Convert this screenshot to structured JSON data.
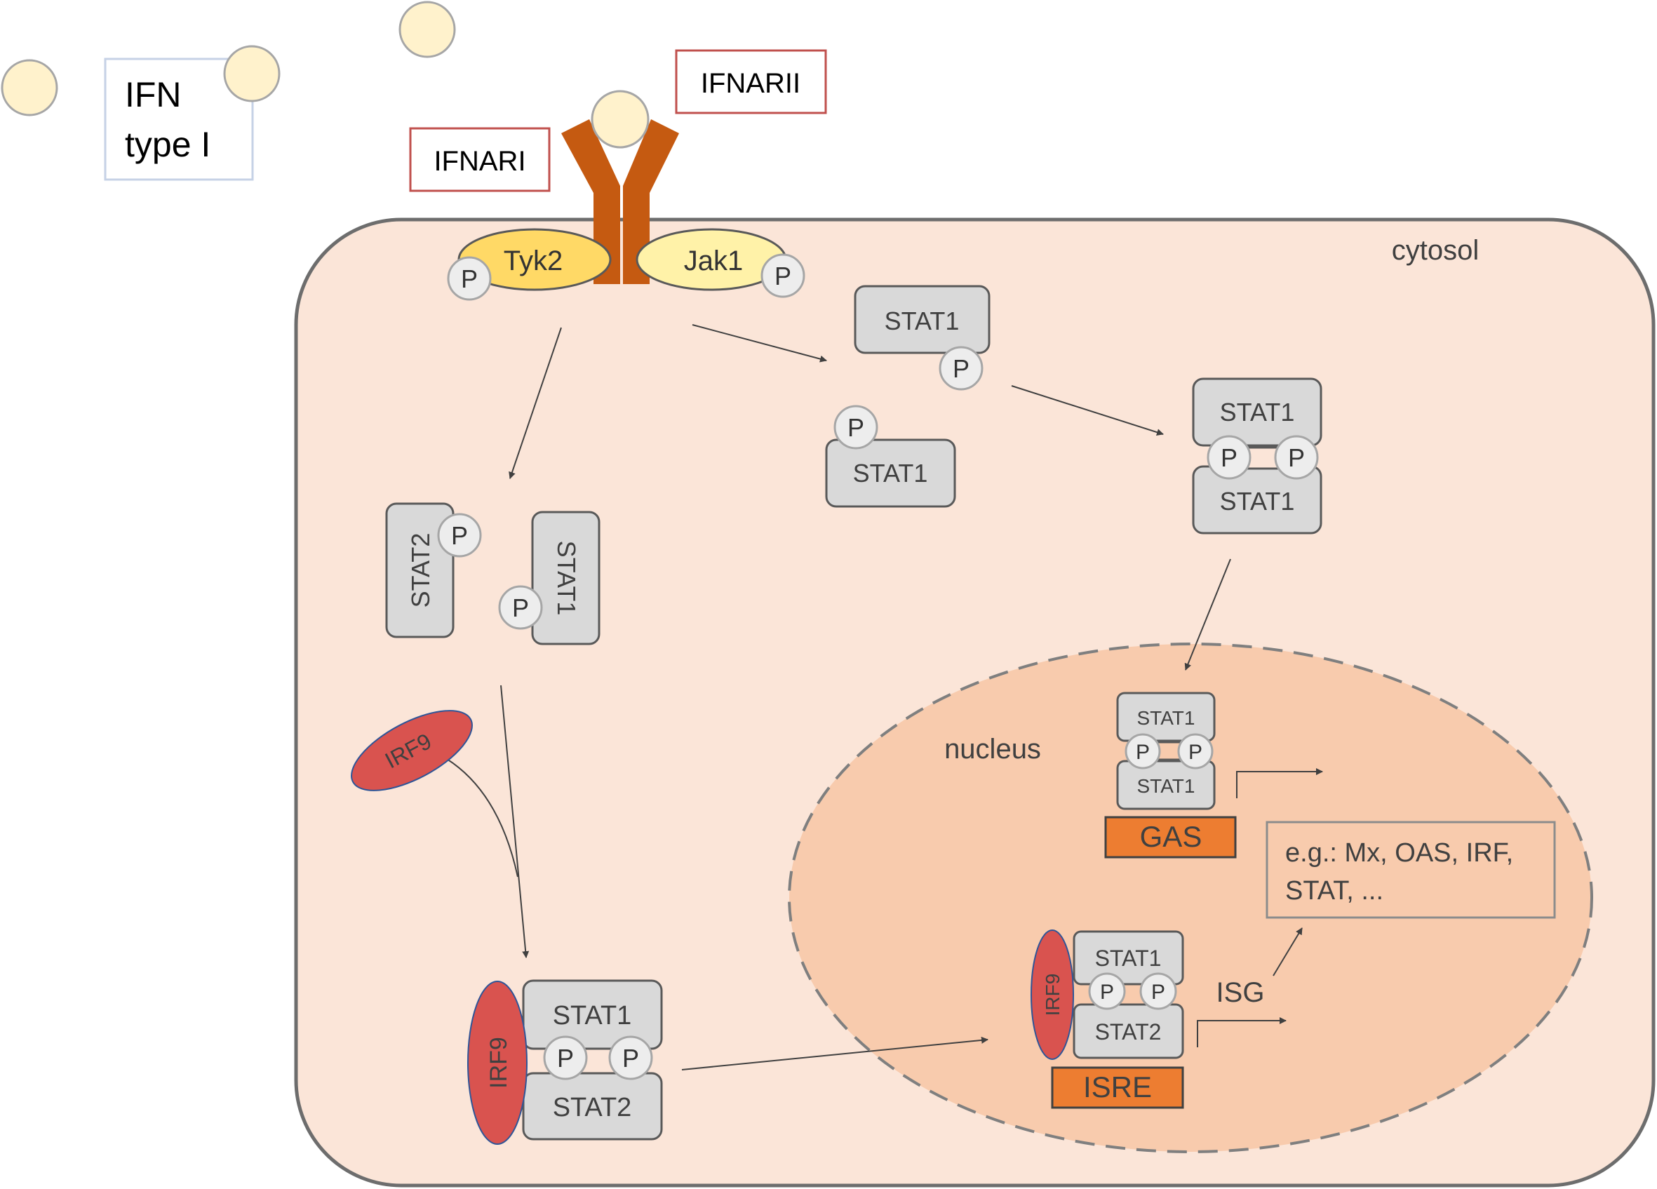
{
  "legend": {
    "line1": "IFN",
    "line2": "type I"
  },
  "receptors": {
    "left_label": "IFNARI",
    "right_label": "IFNARII"
  },
  "kinases": {
    "left": "Tyk2",
    "right": "Jak1"
  },
  "compartments": {
    "cytosol": "cytosol",
    "nucleus": "nucleus"
  },
  "proteins": {
    "stat1": "STAT1",
    "stat2": "STAT2",
    "irf9": "IRF9",
    "phospho": "P"
  },
  "elements": {
    "gas": "GAS",
    "isre": "ISRE",
    "isg": "ISG"
  },
  "genes": {
    "line1": "e.g.: Mx, OAS, IRF,",
    "line2": "STAT, ..."
  },
  "colors": {
    "cell_fill": "#fbe5d8",
    "nucleus_fill": "#f8cbad",
    "receptor": "#c55a11",
    "kinase": "#ffd966",
    "ifn": "#fff2cc",
    "stat_box": "#d9d9d9",
    "phospho_circle": "#ededed",
    "irf9": "#d9534f",
    "promoter": "#ed7d31"
  }
}
